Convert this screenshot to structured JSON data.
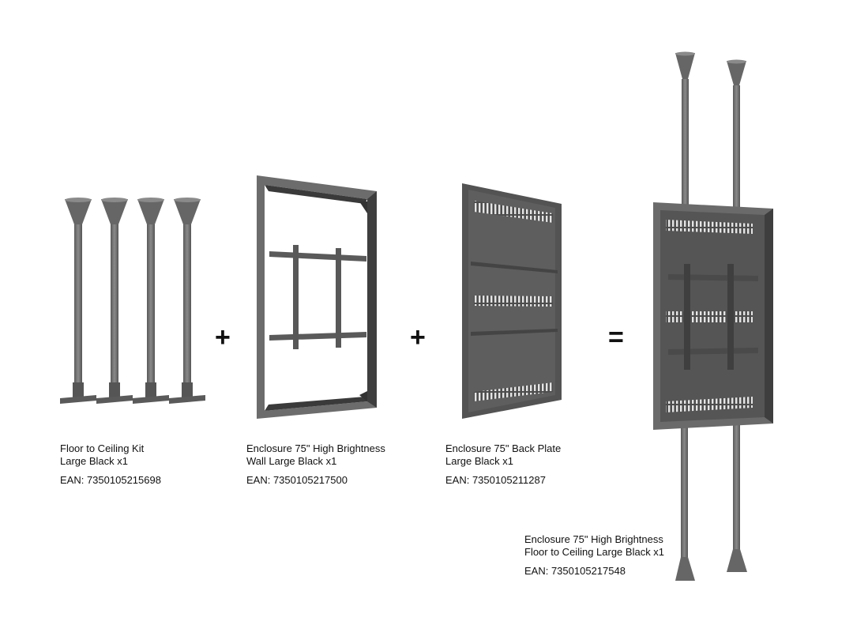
{
  "items": [
    {
      "line1": "Floor to Ceiling Kit",
      "line2": "Large Black x1",
      "ean": "EAN: 7350105215698"
    },
    {
      "line1": "Enclosure 75\" High Brightness",
      "line2": "Wall Large Black x1",
      "ean": "EAN: 7350105217500"
    },
    {
      "line1": "Enclosure 75\" Back Plate",
      "line2": "Large Black x1",
      "ean": "EAN: 7350105211287"
    },
    {
      "line1": "Enclosure 75\" High Brightness",
      "line2": "Floor to Ceiling Large Black x1",
      "ean": "EAN: 7350105217548"
    }
  ],
  "operators": {
    "plus1": "+",
    "plus2": "+",
    "equals": "="
  },
  "colors": {
    "metal": "#6e6e6e",
    "metal_dark": "#4a4a4a",
    "metal_light": "#8a8a8a",
    "vent": "#e6e6e6"
  }
}
